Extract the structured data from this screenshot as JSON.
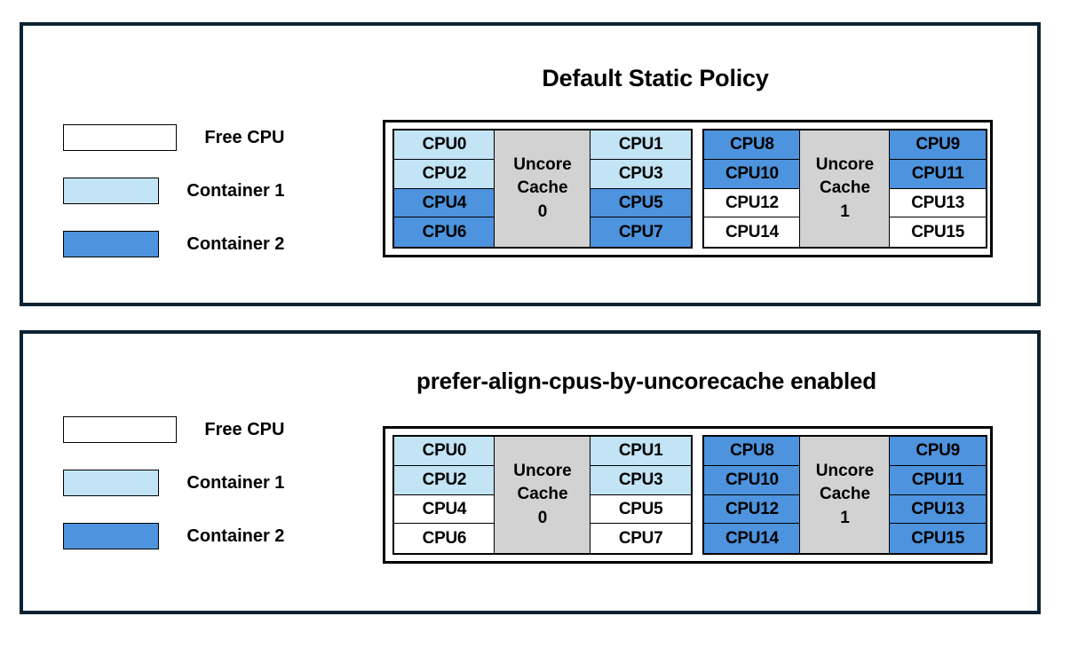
{
  "colors": {
    "free_cpu": "#ffffff",
    "container1": "#c2e4f4",
    "container2": "#4d93dd",
    "uncore_cache": "#d2d2d2",
    "panel_border": "#0b2231",
    "cell_border": "#000000"
  },
  "panels": [
    {
      "id": "default-static-policy",
      "title": "Default Static Policy",
      "legend": [
        {
          "label": "Free CPU",
          "fill": "free"
        },
        {
          "label": "Container 1",
          "fill": "container1"
        },
        {
          "label": "Container 2",
          "fill": "container2"
        }
      ],
      "diagram": {
        "groups": [
          {
            "id": "uncore-cache-0",
            "uncore": {
              "line1": "Uncore",
              "line2": "Cache",
              "line3": "0"
            },
            "left_column": [
              {
                "label": "CPU0",
                "fill": "container1"
              },
              {
                "label": "CPU2",
                "fill": "container1"
              },
              {
                "label": "CPU4",
                "fill": "container2"
              },
              {
                "label": "CPU6",
                "fill": "container2"
              }
            ],
            "right_column": [
              {
                "label": "CPU1",
                "fill": "container1"
              },
              {
                "label": "CPU3",
                "fill": "container1"
              },
              {
                "label": "CPU5",
                "fill": "container2"
              },
              {
                "label": "CPU7",
                "fill": "container2"
              }
            ]
          },
          {
            "id": "uncore-cache-1",
            "uncore": {
              "line1": "Uncore",
              "line2": "Cache",
              "line3": "1"
            },
            "left_column": [
              {
                "label": "CPU8",
                "fill": "container2"
              },
              {
                "label": "CPU10",
                "fill": "container2"
              },
              {
                "label": "CPU12",
                "fill": "free"
              },
              {
                "label": "CPU14",
                "fill": "free"
              }
            ],
            "right_column": [
              {
                "label": "CPU9",
                "fill": "container2"
              },
              {
                "label": "CPU11",
                "fill": "container2"
              },
              {
                "label": "CPU13",
                "fill": "free"
              },
              {
                "label": "CPU15",
                "fill": "free"
              }
            ]
          }
        ]
      }
    },
    {
      "id": "prefer-align-cpus-by-uncorecache",
      "title": "prefer-align-cpus-by-uncorecache enabled",
      "legend": [
        {
          "label": "Free CPU",
          "fill": "free"
        },
        {
          "label": "Container 1",
          "fill": "container1"
        },
        {
          "label": "Container 2",
          "fill": "container2"
        }
      ],
      "diagram": {
        "groups": [
          {
            "id": "uncore-cache-0",
            "uncore": {
              "line1": "Uncore",
              "line2": "Cache",
              "line3": "0"
            },
            "left_column": [
              {
                "label": "CPU0",
                "fill": "container1"
              },
              {
                "label": "CPU2",
                "fill": "container1"
              },
              {
                "label": "CPU4",
                "fill": "free"
              },
              {
                "label": "CPU6",
                "fill": "free"
              }
            ],
            "right_column": [
              {
                "label": "CPU1",
                "fill": "container1"
              },
              {
                "label": "CPU3",
                "fill": "container1"
              },
              {
                "label": "CPU5",
                "fill": "free"
              },
              {
                "label": "CPU7",
                "fill": "free"
              }
            ]
          },
          {
            "id": "uncore-cache-1",
            "uncore": {
              "line1": "Uncore",
              "line2": "Cache",
              "line3": "1"
            },
            "left_column": [
              {
                "label": "CPU8",
                "fill": "container2"
              },
              {
                "label": "CPU10",
                "fill": "container2"
              },
              {
                "label": "CPU12",
                "fill": "container2"
              },
              {
                "label": "CPU14",
                "fill": "container2"
              }
            ],
            "right_column": [
              {
                "label": "CPU9",
                "fill": "container2"
              },
              {
                "label": "CPU11",
                "fill": "container2"
              },
              {
                "label": "CPU13",
                "fill": "container2"
              },
              {
                "label": "CPU15",
                "fill": "container2"
              }
            ]
          }
        ]
      }
    }
  ]
}
